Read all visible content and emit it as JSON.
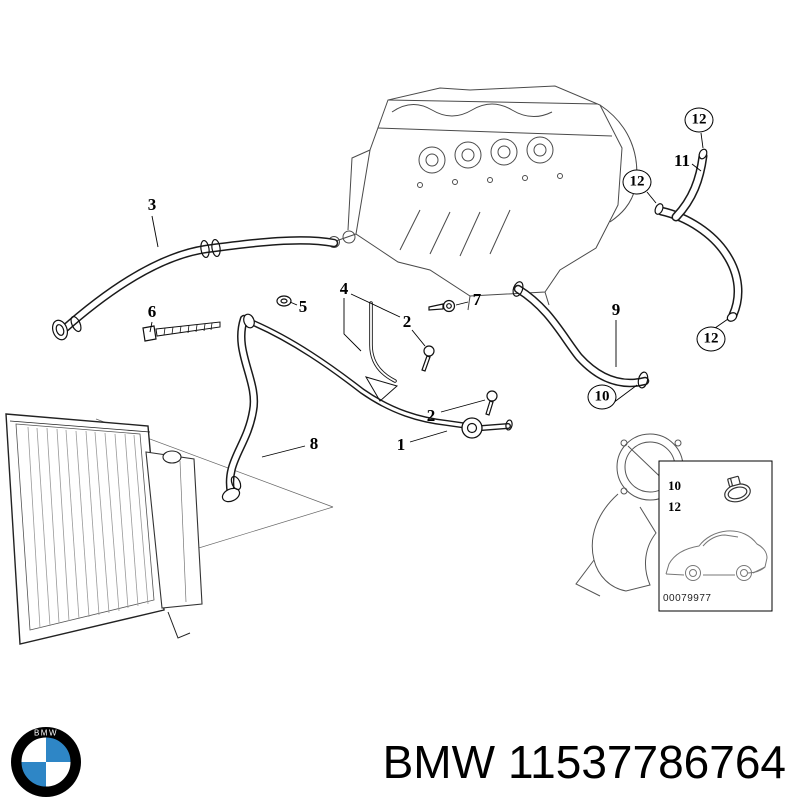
{
  "diagram": {
    "callouts": [
      {
        "label": "3"
      },
      {
        "label": "6"
      },
      {
        "label": "5"
      },
      {
        "label": "4"
      },
      {
        "label": "2"
      },
      {
        "label": "7"
      },
      {
        "label": "2"
      },
      {
        "label": "1"
      },
      {
        "label": "8"
      },
      {
        "label": "9"
      },
      {
        "label": "10"
      },
      {
        "label": "11"
      },
      {
        "label": "12"
      },
      {
        "label": "12"
      },
      {
        "label": "12"
      }
    ],
    "legend": {
      "items": [
        "10",
        "12"
      ],
      "image_number": "00079977"
    }
  },
  "footer": {
    "brand": "BMW",
    "part_number": "11537786764"
  },
  "colors": {
    "bmw_blue": "#2E86C6",
    "line": "#000000"
  }
}
